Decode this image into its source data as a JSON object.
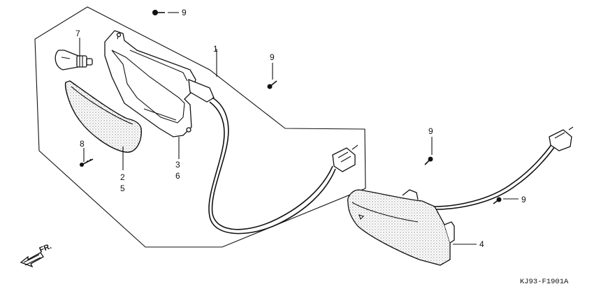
{
  "diagram": {
    "reference_code": "KJ93-F1901A",
    "front_label": "FR.",
    "callouts": [
      {
        "id": "c1",
        "text": "1"
      },
      {
        "id": "c2",
        "text": "2"
      },
      {
        "id": "c3",
        "text": "3"
      },
      {
        "id": "c4",
        "text": "4"
      },
      {
        "id": "c5",
        "text": "5"
      },
      {
        "id": "c6",
        "text": "6"
      },
      {
        "id": "c7",
        "text": "7"
      },
      {
        "id": "c8",
        "text": "8"
      },
      {
        "id": "c9a",
        "text": "9"
      },
      {
        "id": "c9b",
        "text": "9"
      },
      {
        "id": "c9c",
        "text": "9"
      },
      {
        "id": "c9d",
        "text": "9"
      }
    ]
  }
}
